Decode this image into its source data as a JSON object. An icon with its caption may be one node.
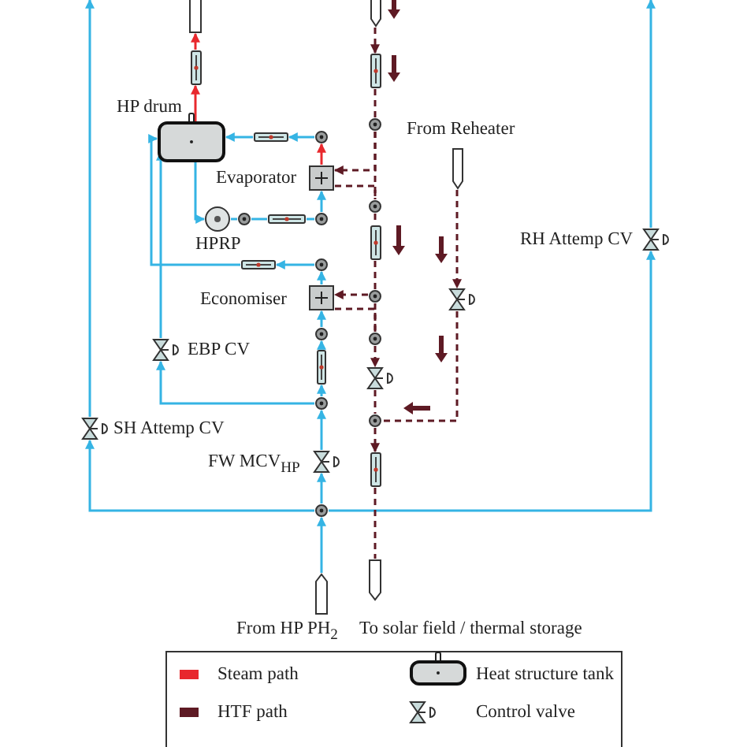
{
  "diagram": {
    "nodes": [
      {
        "text": [
          "HP drum"
        ]
      },
      {
        "text": [
          "Evaporator"
        ]
      },
      {
        "text": [
          "HPRP"
        ]
      },
      {
        "text": [
          "Economiser"
        ]
      },
      {
        "text": [
          "EBP CV"
        ]
      },
      {
        "text": [
          "SH Attemp CV"
        ]
      },
      {
        "text": [
          "FW MCV$_{HP}$"
        ]
      },
      {
        "text": [
          "RH Attemp CV"
        ]
      },
      {
        "text": [
          "From Reheater"
        ]
      },
      {
        "text": [
          "From HP PH$_{2}$"
        ]
      },
      {
        "text": [
          "To solar field / thermal storage"
        ]
      },
      {
        "text": [],
        "shape": "cylinder"
      },
      {
        "text": [],
        "shape": "bar"
      },
      {
        "text": [],
        "shape": "bar"
      },
      {
        "text": [],
        "shape": "circle"
      },
      {
        "text": [],
        "shape": "circle"
      },
      {
        "text": [],
        "shape": "bar"
      },
      {
        "text": [],
        "shape": "circle"
      },
      {
        "text": [],
        "shape": "circle"
      },
      {
        "text": [],
        "shape": "bar"
      },
      {
        "text": [],
        "shape": "circle"
      },
      {
        "text": [],
        "shape": "bar"
      },
      {
        "text": [],
        "shape": "circle"
      },
      {
        "text": [],
        "shape": "circle"
      },
      {
        "text": [],
        "shape": "cylinder"
      },
      {
        "text": [],
        "shape": "bar"
      },
      {
        "text": [],
        "shape": "circle"
      },
      {
        "text": [],
        "shape": "circle"
      },
      {
        "text": [],
        "shape": "bar"
      },
      {
        "text": [],
        "shape": "circle"
      },
      {
        "text": [],
        "shape": "circle"
      },
      {
        "text": [],
        "shape": "valve"
      },
      {
        "text": [],
        "shape": "circle"
      },
      {
        "text": [],
        "shape": "bar"
      },
      {
        "text": [],
        "shape": "valve"
      }
    ],
    "edges": [
      {
        "from": 0,
        "to": 12,
        "arrow": "to",
        "color": "#e8282d"
      },
      {
        "from": 12,
        "to": 11,
        "arrow": "to",
        "color": "#e8282d"
      },
      {
        "from": 0,
        "to": 2,
        "arrow": "to"
      },
      {
        "from": 2,
        "to": 15,
        "arrow": "none"
      },
      {
        "from": 15,
        "to": 16,
        "arrow": "none"
      },
      {
        "from": 16,
        "to": 17,
        "arrow": "none"
      },
      {
        "from": 17,
        "to": 1,
        "arrow": "to"
      },
      {
        "from": 1,
        "to": 14,
        "arrow": "to",
        "color": "#e8282d"
      },
      {
        "from": 14,
        "to": 13,
        "arrow": "to"
      },
      {
        "from": 13,
        "to": 0,
        "arrow": "to"
      },
      {
        "from": 9,
        "to": 23,
        "arrow": "to"
      },
      {
        "from": 23,
        "to": 6,
        "arrow": "to"
      },
      {
        "from": 6,
        "to": 22,
        "arrow": "to"
      },
      {
        "from": 22,
        "to": 21,
        "arrow": "to"
      },
      {
        "from": 21,
        "to": 20,
        "arrow": "to"
      },
      {
        "from": 20,
        "to": 3,
        "arrow": "to"
      },
      {
        "from": 3,
        "to": 18,
        "arrow": "to"
      },
      {
        "from": 18,
        "to": 19,
        "arrow": "to"
      },
      {
        "from": 19,
        "to": 0,
        "arrow": "to"
      },
      {
        "from": 22,
        "to": 4,
        "arrow": "to"
      },
      {
        "from": 4,
        "to": 0,
        "arrow": "to"
      },
      {
        "from": 23,
        "to": 5,
        "arrow": "to"
      },
      {
        "from": 5,
        "to": null,
        "arrow": "to"
      },
      {
        "from": 23,
        "to": 7,
        "arrow": "to"
      },
      {
        "from": 7,
        "to": null,
        "arrow": "to"
      },
      {
        "from": 24,
        "to": 25,
        "arrow": "to",
        "style": "dashed",
        "color": "#5e1a24"
      },
      {
        "from": 25,
        "to": 26,
        "arrow": "none",
        "style": "dashed",
        "color": "#5e1a24"
      },
      {
        "from": 26,
        "to": 27,
        "arrow": "none",
        "style": "dashed",
        "color": "#5e1a24"
      },
      {
        "from": 27,
        "to": 28,
        "arrow": "none",
        "style": "dashed",
        "color": "#5e1a24"
      },
      {
        "from": 28,
        "to": 29,
        "arrow": "none",
        "style": "dashed",
        "color": "#5e1a24"
      },
      {
        "from": 29,
        "to": 30,
        "arrow": "none",
        "style": "dashed",
        "color": "#5e1a24"
      },
      {
        "from": 30,
        "to": 31,
        "arrow": "to",
        "style": "dashed",
        "color": "#5e1a24"
      },
      {
        "from": 31,
        "to": 32,
        "arrow": "none",
        "style": "dashed",
        "color": "#5e1a24"
      },
      {
        "from": 32,
        "to": 33,
        "arrow": "to",
        "style": "dashed",
        "color": "#5e1a24"
      },
      {
        "from": 33,
        "to": 10,
        "arrow": "none",
        "style": "dashed",
        "color": "#5e1a24"
      },
      {
        "from": 26,
        "to": 1,
        "arrow": "to",
        "style": "dashed",
        "color": "#5e1a24"
      },
      {
        "from": 1,
        "to": 27,
        "arrow": "none",
        "style": "dashed",
        "color": "#5e1a24"
      },
      {
        "from": 29,
        "to": 3,
        "arrow": "to",
        "style": "dashed",
        "color": "#5e1a24"
      },
      {
        "from": 3,
        "to": 30,
        "arrow": "none",
        "style": "dashed",
        "color": "#5e1a24"
      },
      {
        "from": 8,
        "to": 34,
        "arrow": "to",
        "style": "dashed",
        "color": "#5e1a24"
      },
      {
        "from": 34,
        "to": 32,
        "arrow": "none",
        "style": "dashed",
        "color": "#5e1a24"
      }
    ],
    "legend": [
      {
        "text": "Steam path",
        "color": "#e8282d"
      },
      {
        "text": "HTF path",
        "color": "#5e1a24"
      },
      {
        "text": "Heat structure tank"
      },
      {
        "text": "Control valve"
      }
    ]
  }
}
